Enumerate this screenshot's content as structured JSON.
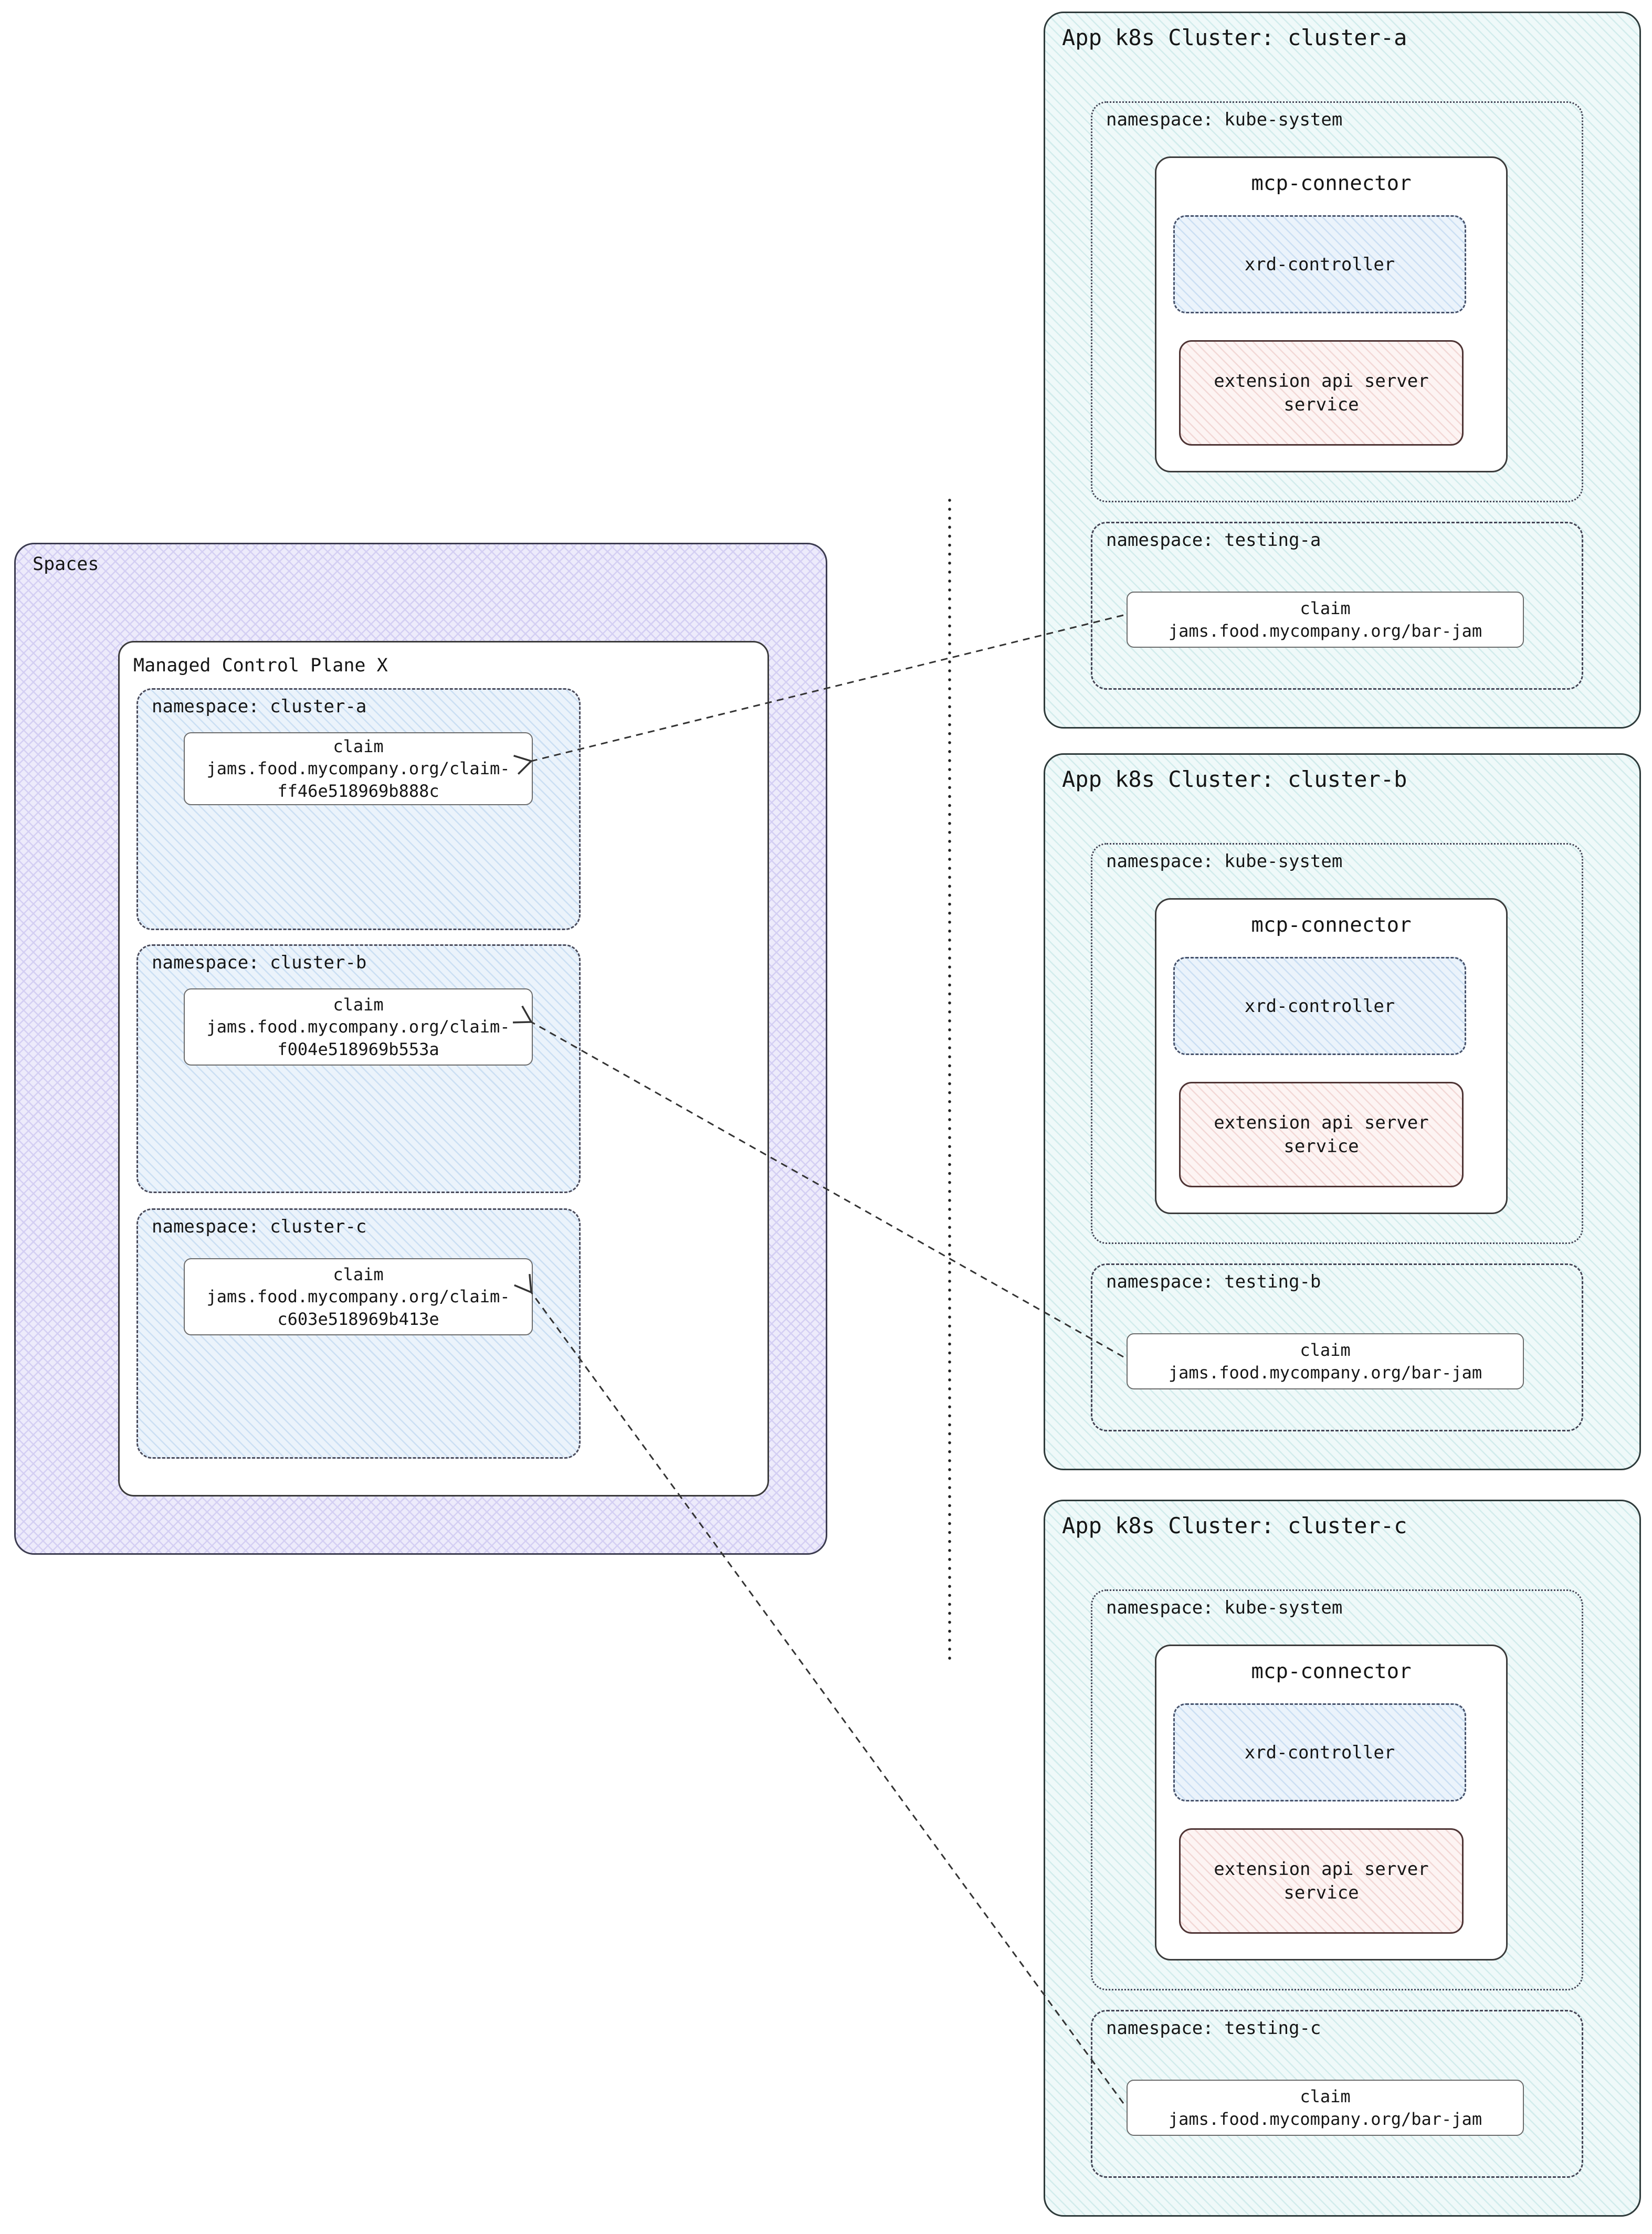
{
  "spaces": {
    "label": "Spaces",
    "control_plane": {
      "label": "Managed Control Plane X",
      "namespaces": [
        {
          "label": "namespace: cluster-a",
          "claim": {
            "kind": "claim",
            "line1": "jams.food.mycompany.org/claim-",
            "line2": "ff46e518969b888c"
          }
        },
        {
          "label": "namespace: cluster-b",
          "claim": {
            "kind": "claim",
            "line1": "jams.food.mycompany.org/claim-",
            "line2": "f004e518969b553a"
          }
        },
        {
          "label": "namespace: cluster-c",
          "claim": {
            "kind": "claim",
            "line1": "jams.food.mycompany.org/claim-",
            "line2": "c603e518969b413e"
          }
        }
      ]
    }
  },
  "clusters": [
    {
      "title": "App k8s Cluster: cluster-a",
      "kube_system": {
        "label": "namespace: kube-system",
        "mcp_connector": {
          "title": "mcp-connector",
          "xrd_controller": "xrd-controller",
          "extension_api": {
            "line1": "extension api server",
            "line2": "service"
          }
        }
      },
      "testing": {
        "label": "namespace: testing-a",
        "claim": {
          "kind": "claim",
          "line1": "jams.food.mycompany.org/bar-jam"
        }
      }
    },
    {
      "title": "App k8s Cluster: cluster-b",
      "kube_system": {
        "label": "namespace: kube-system",
        "mcp_connector": {
          "title": "mcp-connector",
          "xrd_controller": "xrd-controller",
          "extension_api": {
            "line1": "extension api server",
            "line2": "service"
          }
        }
      },
      "testing": {
        "label": "namespace: testing-b",
        "claim": {
          "kind": "claim",
          "line1": "jams.food.mycompany.org/bar-jam"
        }
      }
    },
    {
      "title": "App k8s Cluster: cluster-c",
      "kube_system": {
        "label": "namespace: kube-system",
        "mcp_connector": {
          "title": "mcp-connector",
          "xrd_controller": "xrd-controller",
          "extension_api": {
            "line1": "extension api server",
            "line2": "service"
          }
        }
      },
      "testing": {
        "label": "namespace: testing-c",
        "claim": {
          "kind": "claim",
          "line1": "jams.food.mycompany.org/bar-jam"
        }
      }
    }
  ],
  "colors": {
    "spaces_fill": "#edebfb",
    "cluster_fill": "#eff9f9",
    "namespace_fill": "#ebf3fb",
    "extension_fill": "#fdf4f3",
    "line_color": "#333333"
  }
}
